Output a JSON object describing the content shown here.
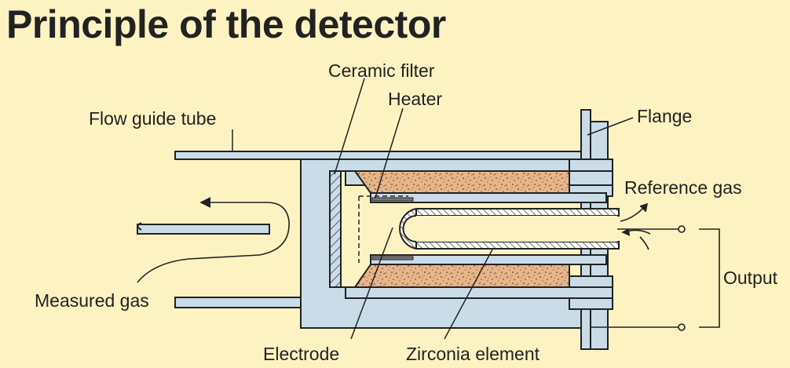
{
  "title": "Principle of the detector",
  "labels": {
    "ceramic_filter": "Ceramic filter",
    "heater": "Heater",
    "flow_guide_tube": "Flow guide tube",
    "flange": "Flange",
    "reference_gas": "Reference gas",
    "output": "Output",
    "measured_gas": "Measured gas",
    "electrode": "Electrode",
    "zirconia_element": "Zirconia element"
  },
  "colors": {
    "background": "#fdf3c2",
    "metal": "#c9dce8",
    "heater": "#e6b68a",
    "ink": "#222222"
  }
}
